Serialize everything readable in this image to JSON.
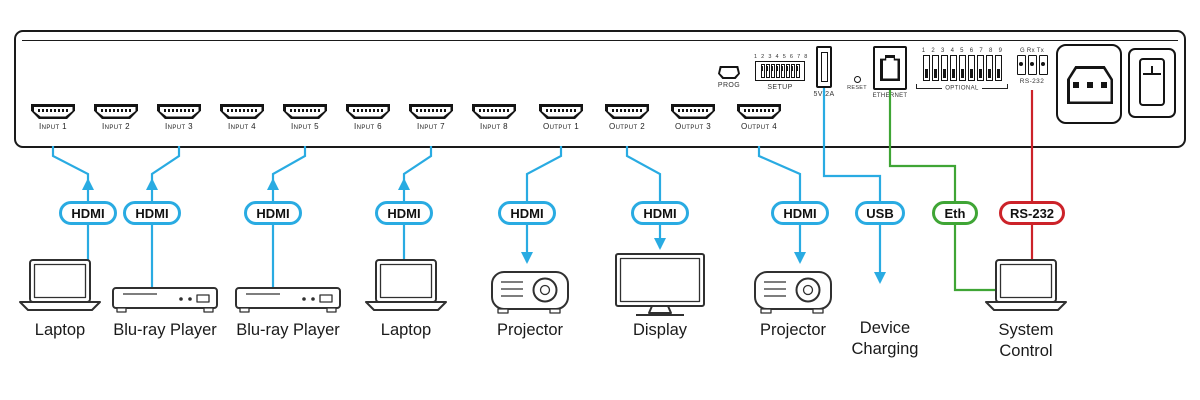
{
  "device_panel": {
    "ports": [
      {
        "label": "Input 1"
      },
      {
        "label": "Input 2"
      },
      {
        "label": "Input 3"
      },
      {
        "label": "Input 4"
      },
      {
        "label": "Input 5"
      },
      {
        "label": "Input 6"
      },
      {
        "label": "Input 7"
      },
      {
        "label": "Input 8"
      },
      {
        "label": "Output 1"
      },
      {
        "label": "Output 2"
      },
      {
        "label": "Output 3"
      },
      {
        "label": "Output 4"
      }
    ],
    "prog": {
      "label": "PROG"
    },
    "setup": {
      "label": "SETUP",
      "numbers": "1 2 3 4 5 6 7 8"
    },
    "usb_power": {
      "label": "5V/2A"
    },
    "reset": {
      "label": "RESET"
    },
    "ethernet": {
      "label": "ETHERNET"
    },
    "optional": {
      "label": "OPTIONAL",
      "numbers": "1 2 3 4 5 6 7 8 9"
    },
    "rs232": {
      "label": "RS-232",
      "pins": "G Rx Tx"
    }
  },
  "cables": [
    {
      "label": "HDMI",
      "color": "#29abe2"
    },
    {
      "label": "HDMI",
      "color": "#29abe2"
    },
    {
      "label": "HDMI",
      "color": "#29abe2"
    },
    {
      "label": "HDMI",
      "color": "#29abe2"
    },
    {
      "label": "HDMI",
      "color": "#29abe2"
    },
    {
      "label": "HDMI",
      "color": "#29abe2"
    },
    {
      "label": "HDMI",
      "color": "#29abe2"
    },
    {
      "label": "USB",
      "color": "#29abe2"
    },
    {
      "label": "Eth",
      "color": "#3fa535"
    },
    {
      "label": "RS-232",
      "color": "#cc2229"
    }
  ],
  "devices": [
    {
      "label": "Laptop"
    },
    {
      "label": "Blu-ray Player"
    },
    {
      "label": "Blu-ray Player"
    },
    {
      "label": "Laptop"
    },
    {
      "label": "Projector"
    },
    {
      "label": "Display"
    },
    {
      "label": "Projector"
    },
    {
      "label": "Device Charging"
    },
    {
      "label": "System Control"
    }
  ],
  "colors": {
    "hdmi_usb_cable": "#29abe2",
    "ethernet_cable": "#3fa535",
    "rs232_cable": "#cc2229",
    "panel_outline": "#1a1a1a"
  }
}
